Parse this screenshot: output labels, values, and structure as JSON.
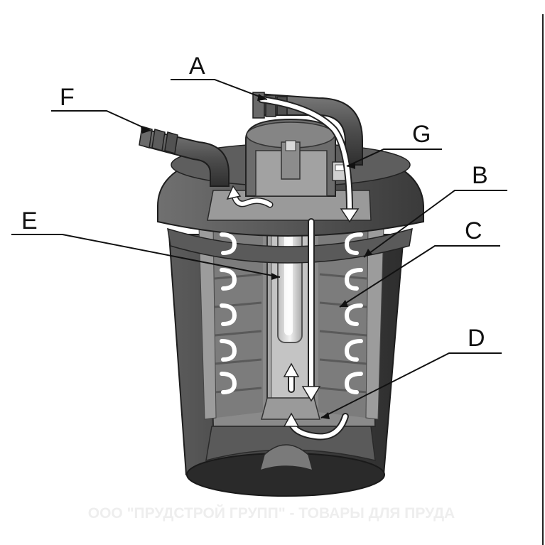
{
  "diagram": {
    "callouts": [
      {
        "id": "A",
        "label": "A"
      },
      {
        "id": "B",
        "label": "B"
      },
      {
        "id": "C",
        "label": "C"
      },
      {
        "id": "D",
        "label": "D"
      },
      {
        "id": "E",
        "label": "E"
      },
      {
        "id": "F",
        "label": "F"
      },
      {
        "id": "G",
        "label": "G"
      }
    ],
    "watermark": "ООО \"ПРУДСТРОЙ ГРУПП\" - ТОВАРЫ ДЛЯ ПРУДА",
    "colors": {
      "background": "#ffffff",
      "body_dark": "#3f3f3f",
      "body_mid": "#6a6a6a",
      "interior": "#8e8e8e",
      "arrow": "#ffffff",
      "leader": "#111111"
    }
  }
}
